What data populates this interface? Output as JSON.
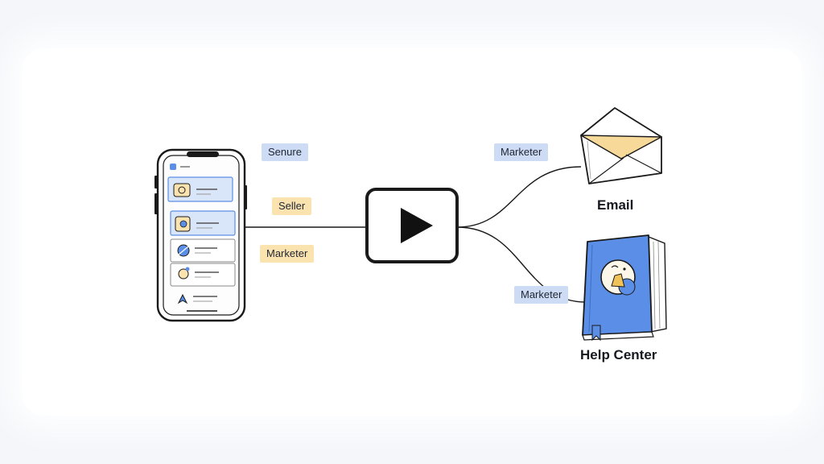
{
  "labels": {
    "left_top": "Senure",
    "left_middle": "Seller",
    "left_bottom": "Marketer",
    "right_top": "Marketer",
    "right_bottom": "Marketer"
  },
  "destinations": {
    "email": "Email",
    "help_center": "Help Center"
  },
  "colors": {
    "tag_blue": "#cddcf4",
    "tag_yellow": "#fbe3b0",
    "book_blue": "#5b8ee6",
    "envelope_flap": "#f7d99a",
    "outline": "#1a1a1a"
  },
  "icons": {
    "source": "smartphone-icon",
    "hub": "play-button-icon",
    "email": "envelope-icon",
    "help_center": "book-icon"
  }
}
